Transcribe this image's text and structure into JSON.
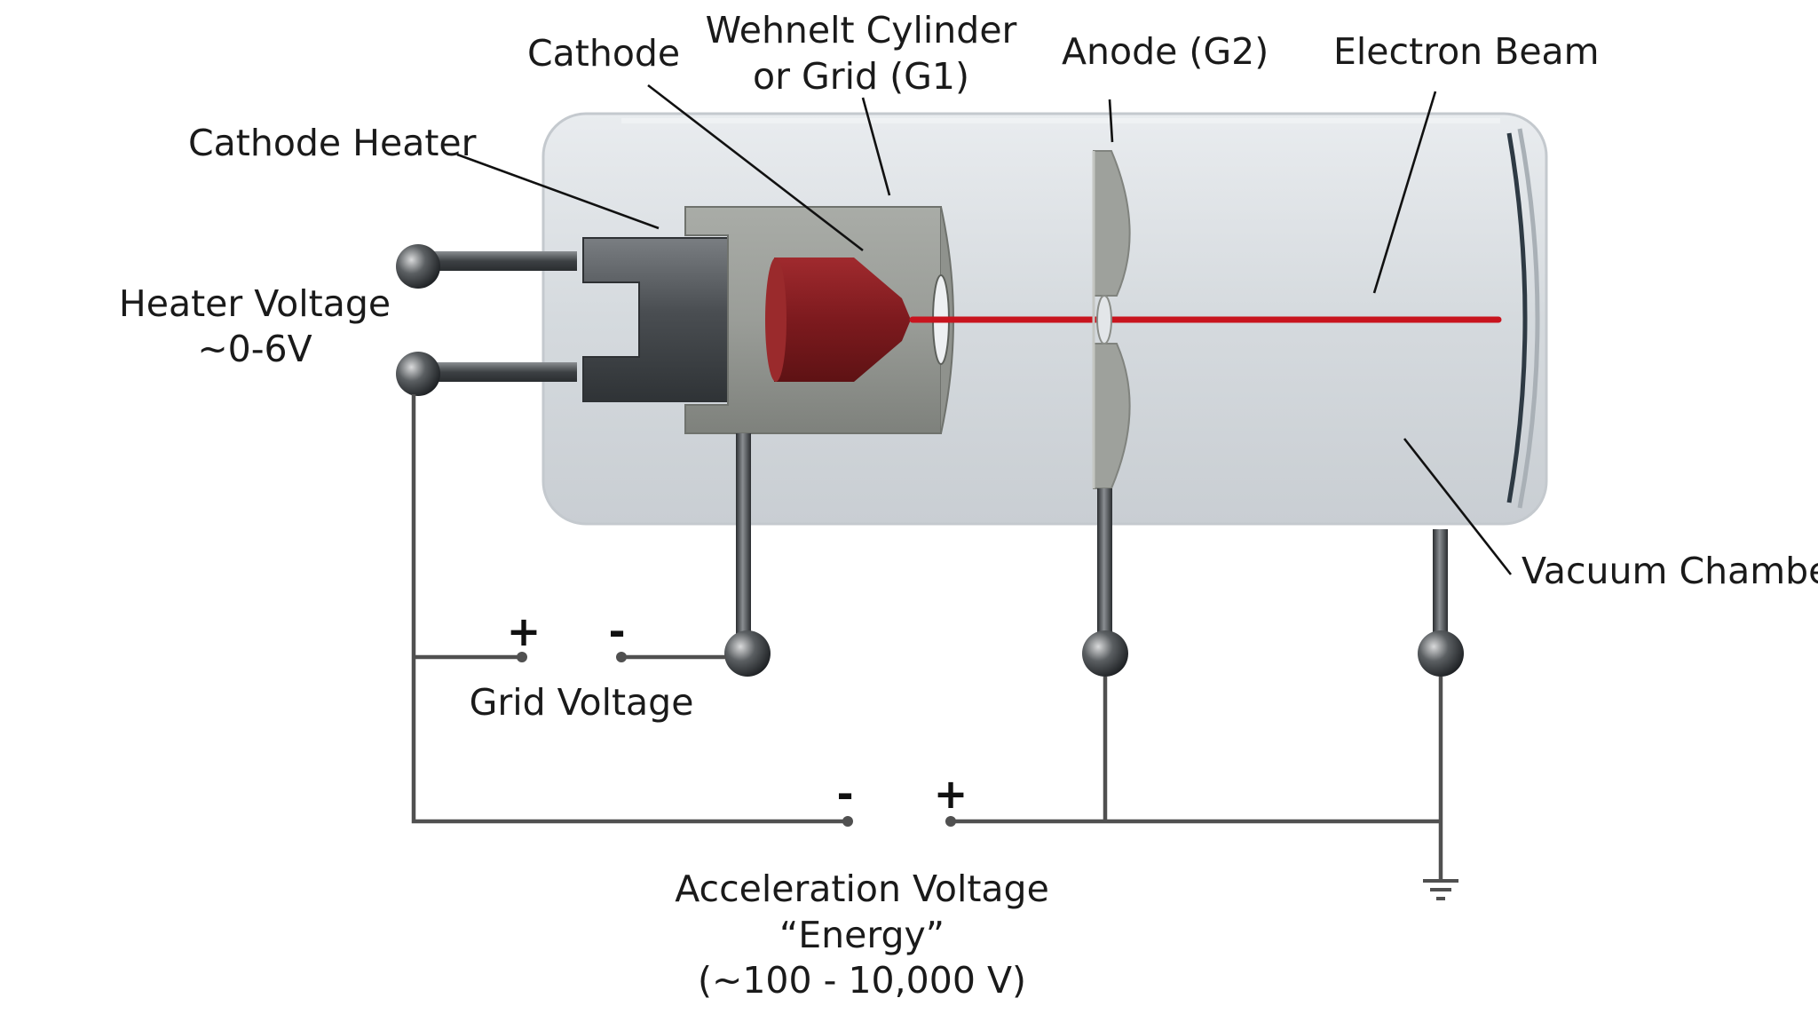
{
  "labels": {
    "cathode": "Cathode",
    "wehnelt_line1": "Wehnelt Cylinder",
    "wehnelt_line2": "or Grid (G1)",
    "anode": "Anode (G2)",
    "electron_beam": "Electron Beam",
    "cathode_heater": "Cathode Heater",
    "heater_voltage_line1": "Heater Voltage",
    "heater_voltage_line2": "~0-6V",
    "vacuum_chamber": "Vacuum Chamber",
    "grid_voltage": "Grid Voltage",
    "accel_line1": "Acceleration Voltage",
    "accel_line2": "“Energy”",
    "accel_line3": "(~100 - 10,000 V)"
  },
  "polarity": {
    "grid_plus": "+",
    "grid_minus": "-",
    "accel_minus": "-",
    "accel_plus": "+"
  },
  "colors": {
    "beam": "#c8141e",
    "cathode": "#8c1c20",
    "glass": "#d9dde2",
    "metal": "#5a5e62",
    "wire": "#505050"
  }
}
